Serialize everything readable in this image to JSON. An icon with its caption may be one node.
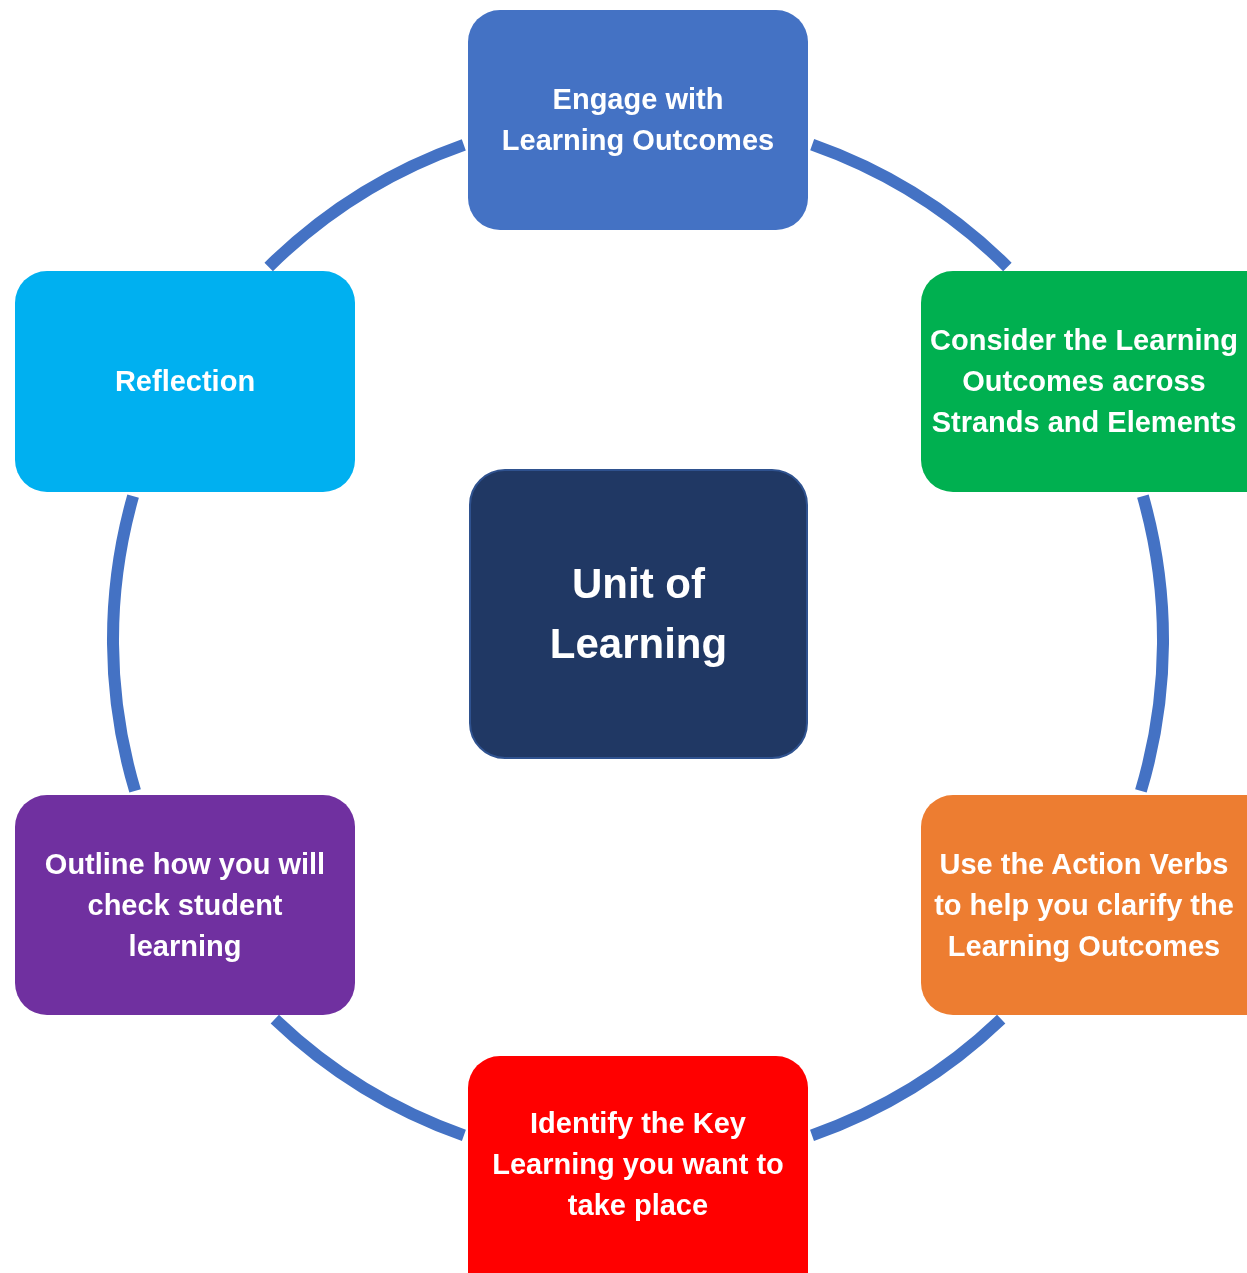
{
  "diagram": {
    "nodes": [
      {
        "text": [
          "Engage with Learning Outcomes"
        ]
      },
      {
        "text": [
          "Consider the Learning Outcomes across Strands and Elements"
        ]
      },
      {
        "text": [
          "Use the Action Verbs to help you clarify the Learning Outcomes"
        ]
      },
      {
        "text": [
          "Identify the Key Learning you want to take place"
        ]
      },
      {
        "text": [
          "Outline how you will check student learning"
        ]
      },
      {
        "text": [
          "Reflection"
        ]
      },
      {
        "text": [
          "Unit of Learning"
        ]
      }
    ],
    "edges": [
      {
        "from": 0,
        "to": 1,
        "arrow": "none"
      },
      {
        "from": 1,
        "to": 2,
        "arrow": "none"
      },
      {
        "from": 2,
        "to": 3,
        "arrow": "none"
      },
      {
        "from": 3,
        "to": 4,
        "arrow": "none"
      },
      {
        "from": 4,
        "to": 5,
        "arrow": "none"
      },
      {
        "from": 5,
        "to": 0,
        "arrow": "none"
      }
    ]
  }
}
